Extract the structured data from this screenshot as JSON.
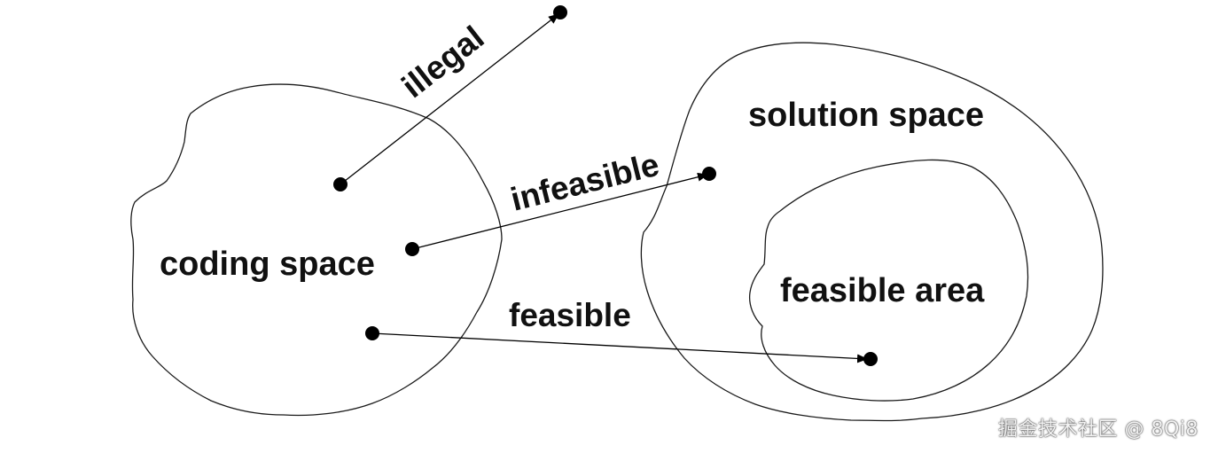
{
  "labels": {
    "coding_space": "coding space",
    "solution_space": "solution space",
    "feasible_area": "feasible area",
    "illegal": "illegal",
    "infeasible": "infeasible",
    "feasible": "feasible"
  },
  "watermark": "掘金技术社区 @ 8Qi8",
  "colors": {
    "line": "#000000",
    "text": "#111111",
    "background": "#ffffff"
  }
}
